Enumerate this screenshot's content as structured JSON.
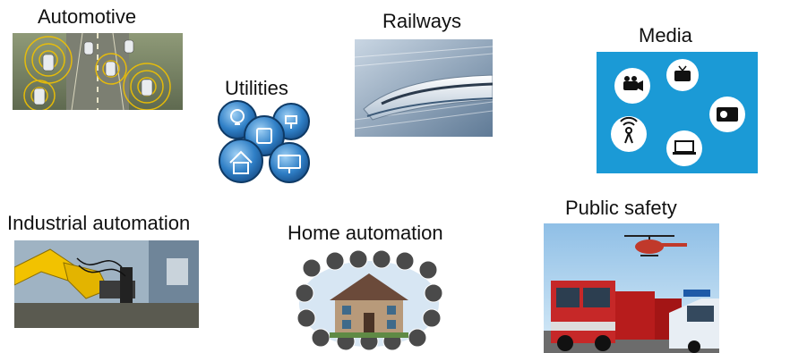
{
  "sectors": {
    "automotive": {
      "label": "Automotive",
      "icon": "connected-cars-road-icon"
    },
    "utilities": {
      "label": "Utilities",
      "icon": "utility-services-cluster-icon"
    },
    "railways": {
      "label": "Railways",
      "icon": "high-speed-train-icon"
    },
    "media": {
      "label": "Media",
      "icon": "media-devices-cluster-icon"
    },
    "industrial_automation": {
      "label": "Industrial automation",
      "icon": "robot-arm-icon"
    },
    "home_automation": {
      "label": "Home automation",
      "icon": "smart-home-icon"
    },
    "public_safety": {
      "label": "Public safety",
      "icon": "fire-truck-helicopter-icon"
    }
  },
  "colors": {
    "label_text": "#111111",
    "utilities_blue": "#2f7fc6",
    "media_blue": "#1b9ad6",
    "automotive_yellow": "#f2c200",
    "railways_steel": "#8aa3bd"
  }
}
